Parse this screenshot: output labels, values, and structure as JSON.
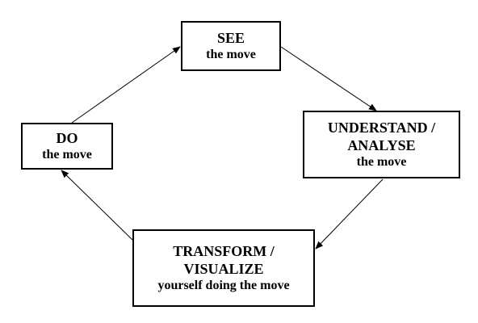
{
  "nodes": {
    "see": {
      "title": [
        "SEE"
      ],
      "subtitle": "the move"
    },
    "understand": {
      "title": [
        "UNDERSTAND /",
        "ANALYSE"
      ],
      "subtitle": "the move"
    },
    "transform": {
      "title": [
        "TRANSFORM /",
        "VISUALIZE"
      ],
      "subtitle": "yourself doing the move"
    },
    "do": {
      "title": [
        "DO"
      ],
      "subtitle": "the move"
    }
  },
  "edges": [
    {
      "from": "see",
      "to": "understand"
    },
    {
      "from": "understand",
      "to": "transform"
    },
    {
      "from": "transform",
      "to": "do"
    },
    {
      "from": "do",
      "to": "see"
    }
  ],
  "colors": {
    "line": "#000000",
    "box_border": "#000000",
    "background": "#ffffff"
  }
}
